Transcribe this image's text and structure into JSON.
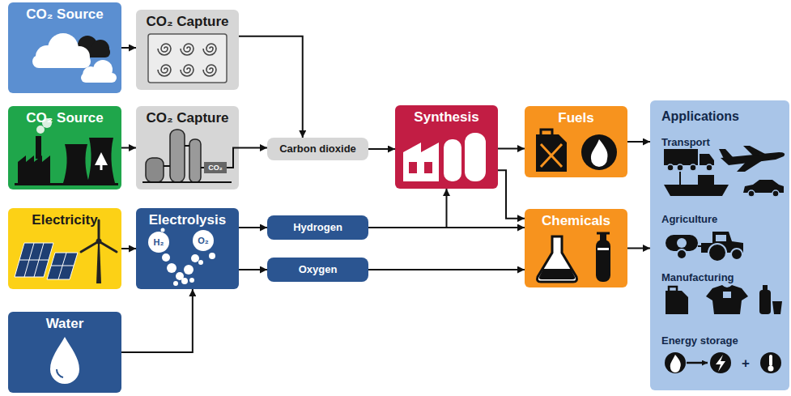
{
  "diagram": {
    "nodes": [
      {
        "text": [
          "CO₂ Source"
        ]
      },
      {
        "text": [
          "CO₂ Capture"
        ]
      },
      {
        "text": [
          "CO₂ Source"
        ]
      },
      {
        "text": [
          "CO₂ Capture"
        ]
      },
      {
        "text": [
          "Electricity"
        ]
      },
      {
        "text": [
          "Electrolysis"
        ]
      },
      {
        "text": [
          "Water"
        ]
      },
      {
        "text": [
          "Carbon dioxide"
        ]
      },
      {
        "text": [
          "Hydrogen"
        ]
      },
      {
        "text": [
          "Oxygen"
        ]
      },
      {
        "text": [
          "Synthesis"
        ]
      },
      {
        "text": [
          "Fuels"
        ]
      },
      {
        "text": [
          "Chemicals"
        ]
      },
      {
        "text": [
          "Applications",
          "Transport",
          "Agriculture",
          "Manufacturing",
          "Energy storage"
        ]
      }
    ],
    "edges": [
      {
        "from": 0,
        "to": 1,
        "arrow": "to"
      },
      {
        "from": 2,
        "to": 3,
        "arrow": "to"
      },
      {
        "from": 4,
        "to": 5,
        "arrow": "to"
      },
      {
        "from": 6,
        "to": 5,
        "arrow": "to"
      },
      {
        "from": 1,
        "to": 7,
        "arrow": "to"
      },
      {
        "from": 3,
        "to": 7,
        "arrow": "to"
      },
      {
        "from": 5,
        "to": 8,
        "arrow": "to"
      },
      {
        "from": 5,
        "to": 9,
        "arrow": "to"
      },
      {
        "from": 7,
        "to": 10,
        "arrow": "to"
      },
      {
        "from": 8,
        "to": 10,
        "arrow": "to"
      },
      {
        "from": 8,
        "to": 12,
        "arrow": "to"
      },
      {
        "from": 9,
        "to": 12,
        "arrow": "to"
      },
      {
        "from": 10,
        "to": 11,
        "arrow": "to"
      },
      {
        "from": 10,
        "to": 12,
        "arrow": "to"
      },
      {
        "from": 11,
        "to": 13,
        "arrow": "to"
      },
      {
        "from": 12,
        "to": 13,
        "arrow": "to"
      }
    ],
    "labels": [
      "CO₂",
      "H₂",
      "O₂",
      "+"
    ]
  }
}
